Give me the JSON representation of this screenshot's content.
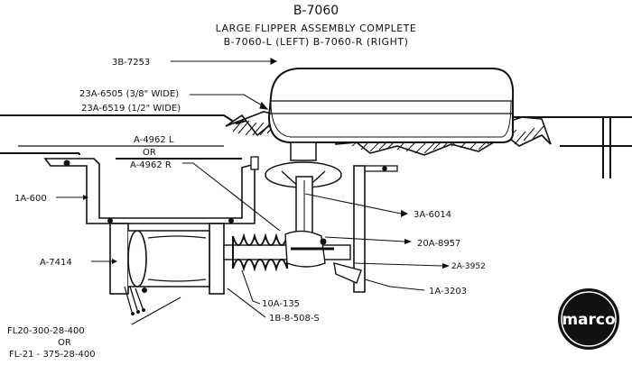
{
  "header": {
    "part_number": "B-7060",
    "title": "LARGE FLIPPER ASSEMBLY COMPLETE",
    "variants": "B-7060-L (LEFT) B-7060-R (RIGHT)"
  },
  "callouts": {
    "flipper": "3B-7253",
    "rubber_wide": "23A-6505 (3/8\" WIDE)",
    "rubber_narrow": "23A-6519 (1/2\" WIDE)",
    "bracket_left": "A-4962 L",
    "or_1": "OR",
    "bracket_right": "A-4962 R",
    "frame": "1A-600",
    "coil_mount": "A-7414",
    "bushing": "3A-6014",
    "crank": "20A-8957",
    "link": "2A-3952",
    "stop": "1A-3203",
    "spring": "10A-135",
    "screw": "1B-8-508-S",
    "coil_1": "FL20-300-28-400",
    "or_2": "OR",
    "coil_2": "FL-21 - 375-28-400"
  },
  "logo": {
    "text": "marco",
    "bg": "#111111",
    "fg": "#ffffff"
  }
}
